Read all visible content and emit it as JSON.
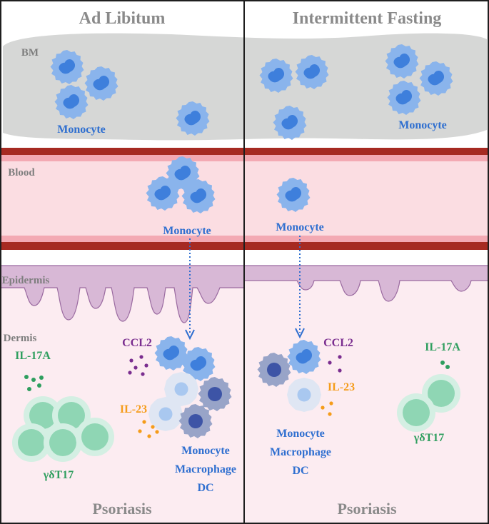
{
  "panels": {
    "left": {
      "title": "Ad Libitum",
      "bm_label": "BM",
      "bm_monocyte_label": "Monocyte",
      "blood_label": "Blood",
      "blood_monocyte_label": "Monocyte",
      "epidermis_label": "Epidermis",
      "dermis_label": "Dermis",
      "il17a_label": "IL-17A",
      "gdt17_label": "γδT17",
      "ccl2_label": "CCL2",
      "il23_label": "IL-23",
      "cells_label": [
        "Monocyte",
        "Macrophage",
        "DC"
      ],
      "footer": "Psoriasis"
    },
    "right": {
      "title": "Intermittent Fasting",
      "bm_monocyte_label": "Monocyte",
      "blood_monocyte_label": "Monocyte",
      "il17a_label": "IL-17A",
      "gdt17_label": "γδT17",
      "ccl2_label": "CCL2",
      "il23_label": "IL-23",
      "cells_label": [
        "Monocyte",
        "Macrophage",
        "DC"
      ],
      "footer": "Psoriasis"
    }
  },
  "colors": {
    "monocyte": "#8ab4ec",
    "monocyte_nucleus": "#3e7fdc",
    "macrophage": "#dfe6f3",
    "macrophage_nucleus": "#a9c8f0",
    "dc": "#98a4c8",
    "dc_nucleus": "#3d54a6",
    "gdt17": "#bfe6d4",
    "gdt17_nucleus": "#8fd6b4",
    "ccl2": "#7a2d8f",
    "il23": "#f59c1a",
    "il17a": "#2e9e5e",
    "title_gray": "#8a8a8a",
    "label_blue": "#2f6fd0"
  },
  "icons": {
    "monocyte": "spiky-blue-cell-icon",
    "macrophage": "pale-round-cell-icon",
    "dc": "spiky-purple-cell-icon",
    "gdt17": "green-t-cell-icon",
    "arrow": "dotted-arrow-icon"
  }
}
